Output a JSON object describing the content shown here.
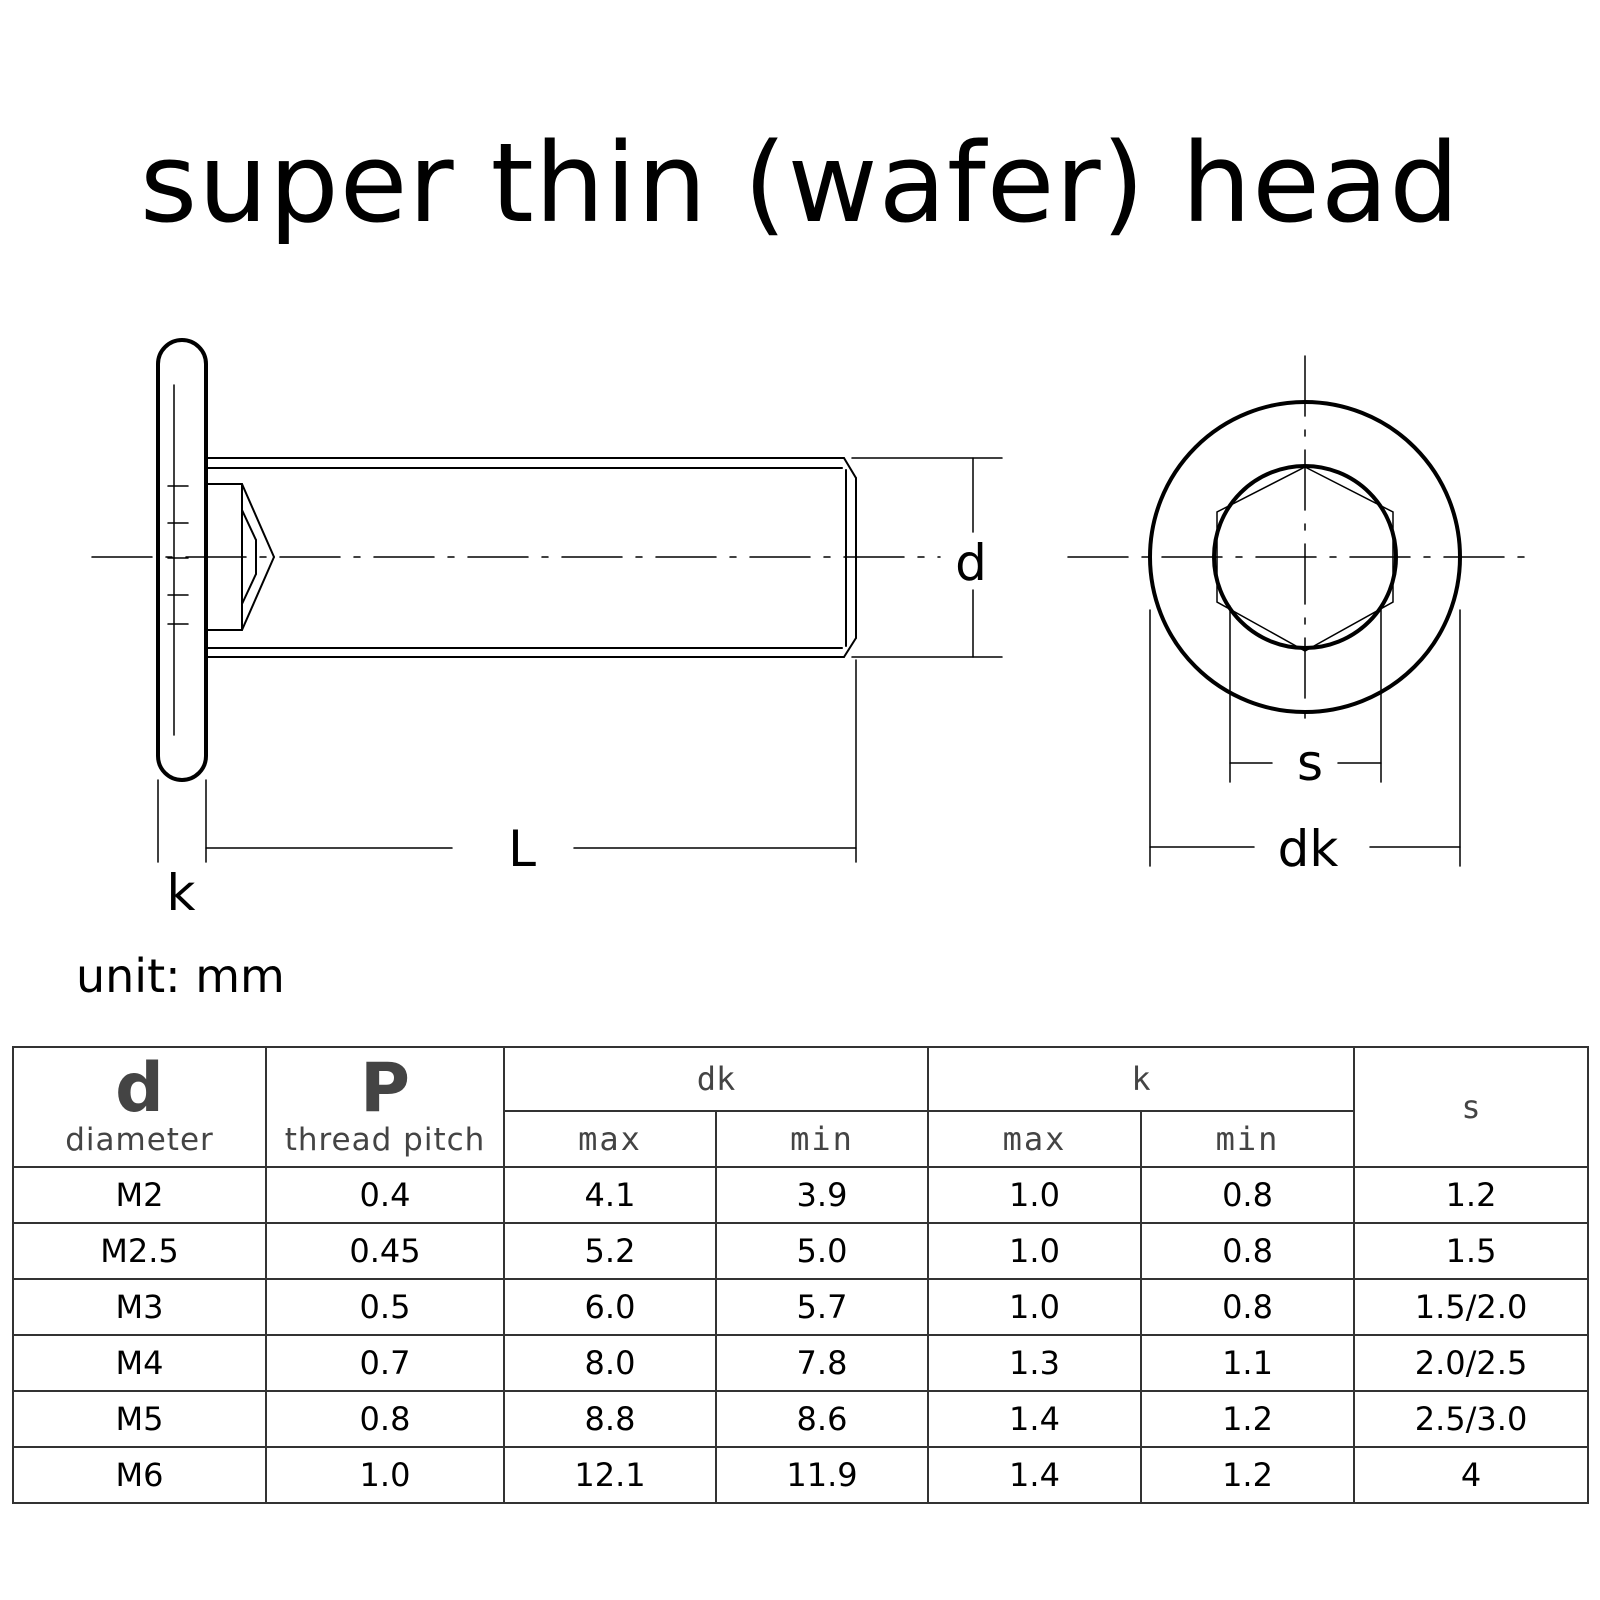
{
  "title": "super thin (wafer) head",
  "labels": {
    "d": "d",
    "L": "L",
    "k": "k",
    "s": "s",
    "dk": "dk"
  },
  "unit": "unit: mm",
  "table": {
    "headers": {
      "d_main": "d",
      "d_sub": "diameter",
      "p_main": "P",
      "p_sub": "thread pitch",
      "dk": "dk",
      "k": "k",
      "s": "s",
      "max": "max",
      "min": "min"
    },
    "rows": [
      [
        "M2",
        "0.4",
        "4.1",
        "3.9",
        "1.0",
        "0.8",
        "1.2"
      ],
      [
        "M2.5",
        "0.45",
        "5.2",
        "5.0",
        "1.0",
        "0.8",
        "1.5"
      ],
      [
        "M3",
        "0.5",
        "6.0",
        "5.7",
        "1.0",
        "0.8",
        "1.5/2.0"
      ],
      [
        "M4",
        "0.7",
        "8.0",
        "7.8",
        "1.3",
        "1.1",
        "2.0/2.5"
      ],
      [
        "M5",
        "0.8",
        "8.8",
        "8.6",
        "1.4",
        "1.2",
        "2.5/3.0"
      ],
      [
        "M6",
        "1.0",
        "12.1",
        "11.9",
        "1.4",
        "1.2",
        "4"
      ]
    ]
  }
}
